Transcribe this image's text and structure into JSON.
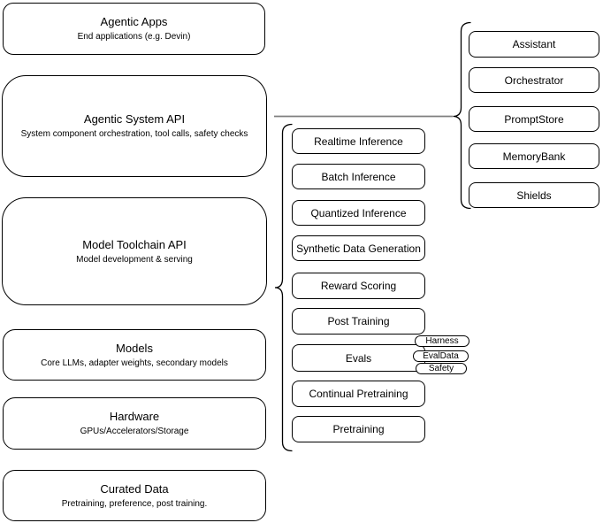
{
  "diagram": {
    "left_stack": [
      {
        "title": "Agentic Apps",
        "subtitle": "End applications (e.g. Devin)"
      },
      {
        "title": "Agentic System API",
        "subtitle": "System component orchestration, tool calls, safety checks"
      },
      {
        "title": "Model Toolchain API",
        "subtitle": "Model development & serving"
      },
      {
        "title": "Models",
        "subtitle": "Core LLMs, adapter weights, secondary models"
      },
      {
        "title": "Hardware",
        "subtitle": "GPUs/Accelerators/Storage"
      },
      {
        "title": "Curated Data",
        "subtitle": "Pretraining, preference, post training."
      }
    ],
    "toolchain_items": [
      "Realtime Inference",
      "Batch Inference",
      "Quantized Inference",
      "Synthetic Data Generation",
      "Reward Scoring",
      "Post Training",
      "Evals",
      "Continual Pretraining",
      "Pretraining"
    ],
    "eval_tags": [
      "Harness",
      "EvalData",
      "Safety"
    ],
    "system_components": [
      "Assistant",
      "Orchestrator",
      "PromptStore",
      "MemoryBank",
      "Shields"
    ],
    "colors": {
      "stroke": "#000000",
      "fill": "#ffffff",
      "text": "#000000",
      "connector": "#7f7f7f"
    }
  }
}
